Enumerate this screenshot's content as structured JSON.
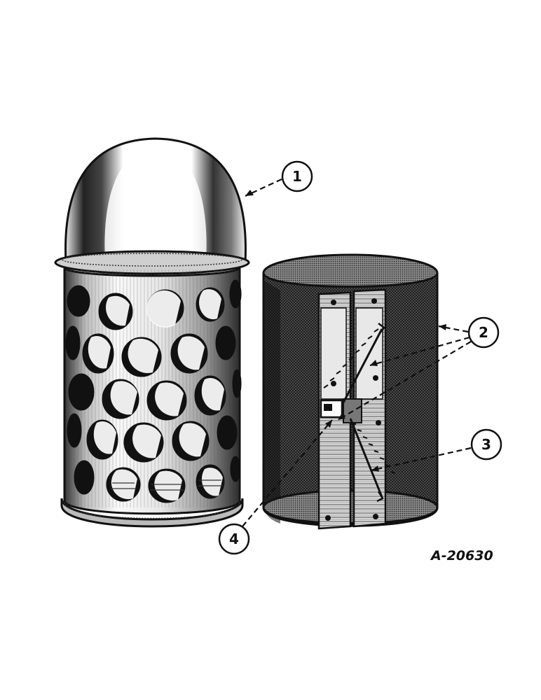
{
  "figure": {
    "callouts": [
      "1",
      "2",
      "3",
      "4"
    ],
    "code": "A-20630"
  },
  "colors": {
    "ink": "#111111",
    "paper": "#ffffff",
    "metal_dark": "#2a2a2a",
    "metal_light": "#f2f2f2"
  }
}
